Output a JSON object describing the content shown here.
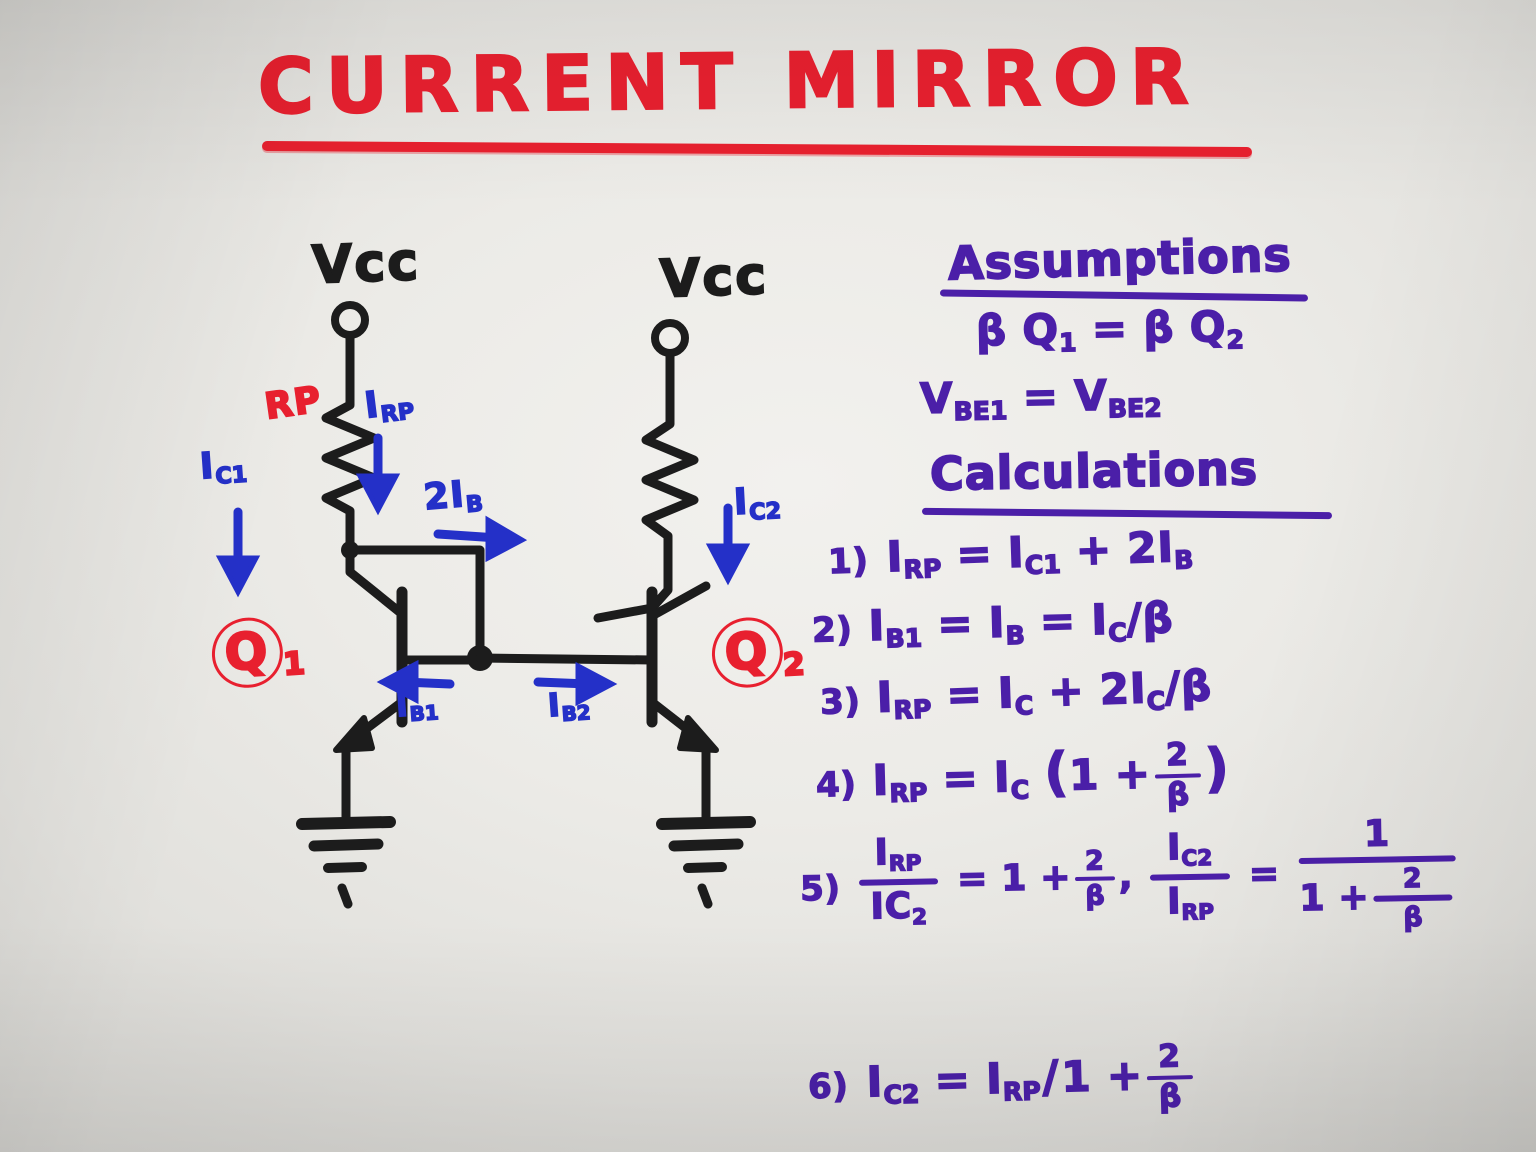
{
  "title": {
    "text": "CURRENT MIRROR",
    "color": "#e8202f",
    "underline": true
  },
  "colors": {
    "title_red": "#e8202f",
    "circuit_black": "#1c1c1c",
    "current_blue": "#2430c8",
    "math_purple": "#4b1fa8",
    "component_red": "#e8202f",
    "board_background": "#ecebe7"
  },
  "circuit": {
    "supply_left": "Vcc",
    "supply_right": "Vcc",
    "resistor_label": "RP",
    "transistor_left": "Q",
    "transistor_left_sub": "1",
    "transistor_right": "Q",
    "transistor_right_sub": "2",
    "currents": [
      {
        "label": "I",
        "sub": "C1",
        "name": "collector-current-q1",
        "direction": "down"
      },
      {
        "label": "I",
        "sub": "RP",
        "name": "resistor-current",
        "direction": "down"
      },
      {
        "label": "2I",
        "sub": "B",
        "name": "total-base-current",
        "direction": "right"
      },
      {
        "label": "I",
        "sub": "C2",
        "name": "collector-current-q2",
        "direction": "down"
      },
      {
        "label": "I",
        "sub": "B1",
        "name": "base-current-q1",
        "direction": "left"
      },
      {
        "label": "I",
        "sub": "B2",
        "name": "base-current-q2",
        "direction": "right"
      }
    ],
    "ground_count": 2
  },
  "assumptions": {
    "heading": "Assumptions",
    "lines": [
      {
        "id": "beta-match",
        "parts": [
          "β Q",
          "1",
          " = ",
          "β Q",
          "2"
        ]
      },
      {
        "id": "vbe-match",
        "parts": [
          "V",
          "BE1",
          " = V",
          "BE2"
        ]
      }
    ],
    "beta_symbol": "β",
    "line1_lhs": "β Q",
    "line1_lhs_sub": "1",
    "line1_eq": "=",
    "line1_rhs": "β Q",
    "line1_rhs_sub": "2",
    "line2_lhs": "V",
    "line2_lhs_sub": "BE1",
    "line2_eq": "=",
    "line2_rhs": "V",
    "line2_rhs_sub": "BE2"
  },
  "calculations": {
    "heading": "Calculations",
    "steps": [
      {
        "number": "1)",
        "id": "step-1",
        "lhs": "I",
        "lhs_sub": "RP",
        "body": "= I",
        "body_sub": "C1",
        "tail": "+ 2I",
        "tail_sub": "B"
      },
      {
        "number": "2)",
        "id": "step-2",
        "lhs": "I",
        "lhs_sub": "B1",
        "body": "= I",
        "body_sub": "B",
        "tail": "= I",
        "tail_sub": "C",
        "tail2": "/β"
      },
      {
        "number": "3)",
        "id": "step-3",
        "lhs": "I",
        "lhs_sub": "RP",
        "body": "= I",
        "body_sub": "C",
        "tail": "+ 2I",
        "tail_sub": "C",
        "tail2": "/β"
      },
      {
        "number": "4)",
        "id": "step-4",
        "lhs": "I",
        "lhs_sub": "RP",
        "body": "= I",
        "body_sub": "C",
        "paren_open": "(",
        "one_plus": "1 +",
        "frac_top": "2",
        "frac_bottom": "β",
        "paren_close": ")"
      },
      {
        "number": "5)",
        "id": "step-5",
        "frac1_top": "I",
        "frac1_top_sub": "RP",
        "frac1_bottom": "IC",
        "frac1_bottom_sub": "2",
        "eq1": "= 1 +",
        "f1_top": "2",
        "f1_bottom": "β",
        "comma": ",",
        "frac2_top": "I",
        "frac2_top_sub": "C2",
        "frac2_bottom": "I",
        "frac2_bottom_sub": "RP",
        "eq2": "=",
        "frac3_top": "1",
        "frac3_bottom_pre": "1 +",
        "frac3_bottom_top": "2",
        "frac3_bottom_bot": "β"
      },
      {
        "number": "6)",
        "id": "step-6",
        "lhs": "I",
        "lhs_sub": "C2",
        "eq": "= I",
        "eq_sub": "RP",
        "slash": "/",
        "tail": "1 +",
        "frac_top": "2",
        "frac_bottom": "β"
      }
    ]
  }
}
